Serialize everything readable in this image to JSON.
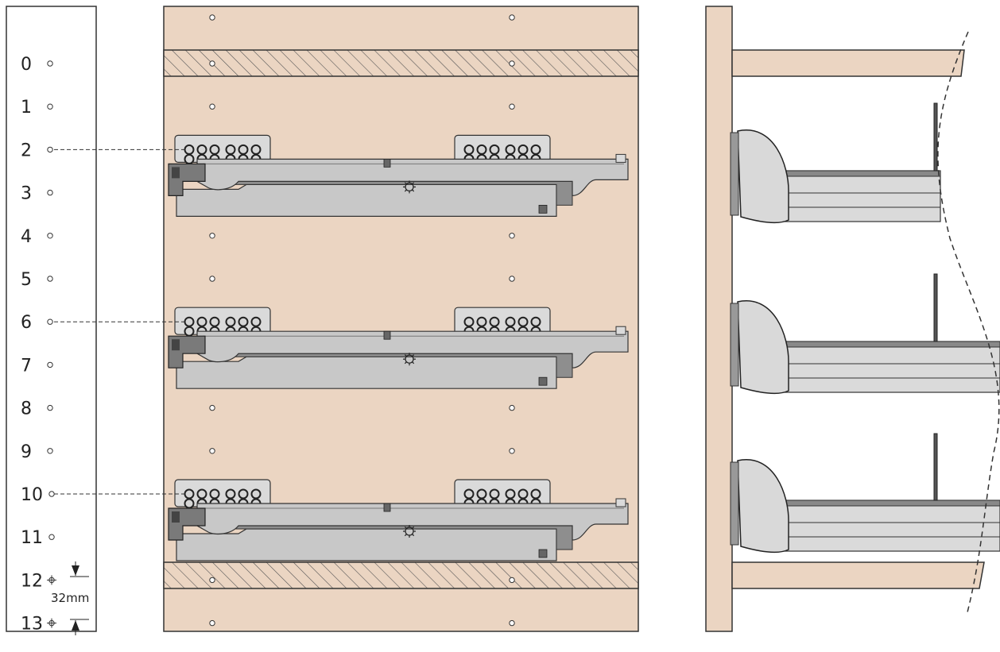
{
  "scale": {
    "row_labels": [
      "0",
      "1",
      "2",
      "3",
      "4",
      "5",
      "6",
      "7",
      "8",
      "9",
      "10",
      "11",
      "12",
      "13"
    ],
    "dimension_label": "32mm",
    "drawer_rows": [
      2,
      6,
      10
    ],
    "marked_rows": [
      12,
      13
    ]
  },
  "colors": {
    "wood": "#ebd5c2",
    "runner": "#c8c8c8",
    "runner_light": "#dadada",
    "runner_dark": "#8e8e8e",
    "line": "#333333"
  }
}
